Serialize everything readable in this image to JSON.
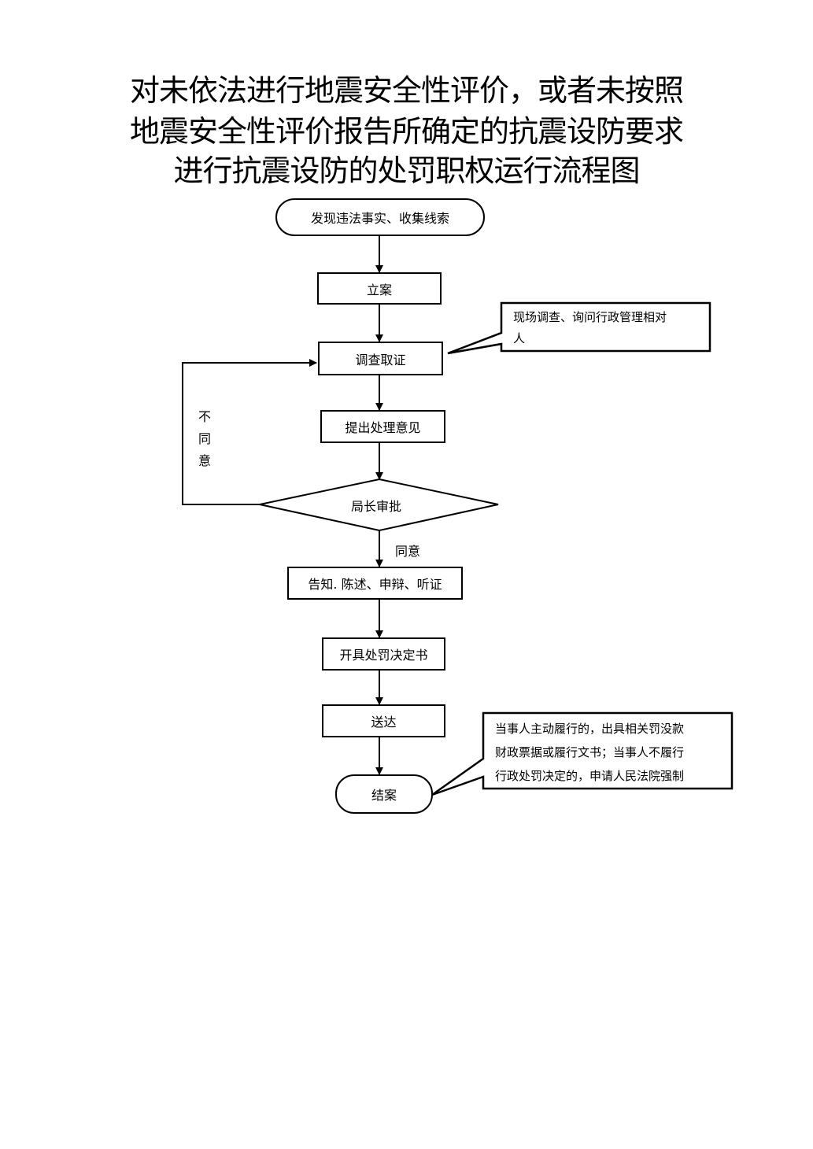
{
  "title": {
    "line1": "对未依法进行地震安全性评价，或者未按照",
    "line2": "地震安全性评价报告所确定的抗震设防要求",
    "line3": "进行抗震设防的处罚职权运行流程图"
  },
  "nodes": {
    "start": "发现违法事实、收集线索",
    "filing": "立案",
    "investigate": "调查取证",
    "opinion": "提出处理意见",
    "approval": "局长审批",
    "notify": "告知. 陈述、申辩、听证",
    "decision": "开具处罚决定书",
    "deliver": "送达",
    "close": "结案"
  },
  "labels": {
    "disagree": [
      "不",
      "同",
      "意"
    ],
    "agree": "同意"
  },
  "notes": {
    "investigate": [
      "现场调查、询问行政管理相对",
      "人"
    ],
    "close": [
      "当事人主动履行的，出具相关罚没款",
      "财政票据或履行文书；当事人不履行",
      "行政处罚决定的，申请人民法院强制"
    ]
  }
}
